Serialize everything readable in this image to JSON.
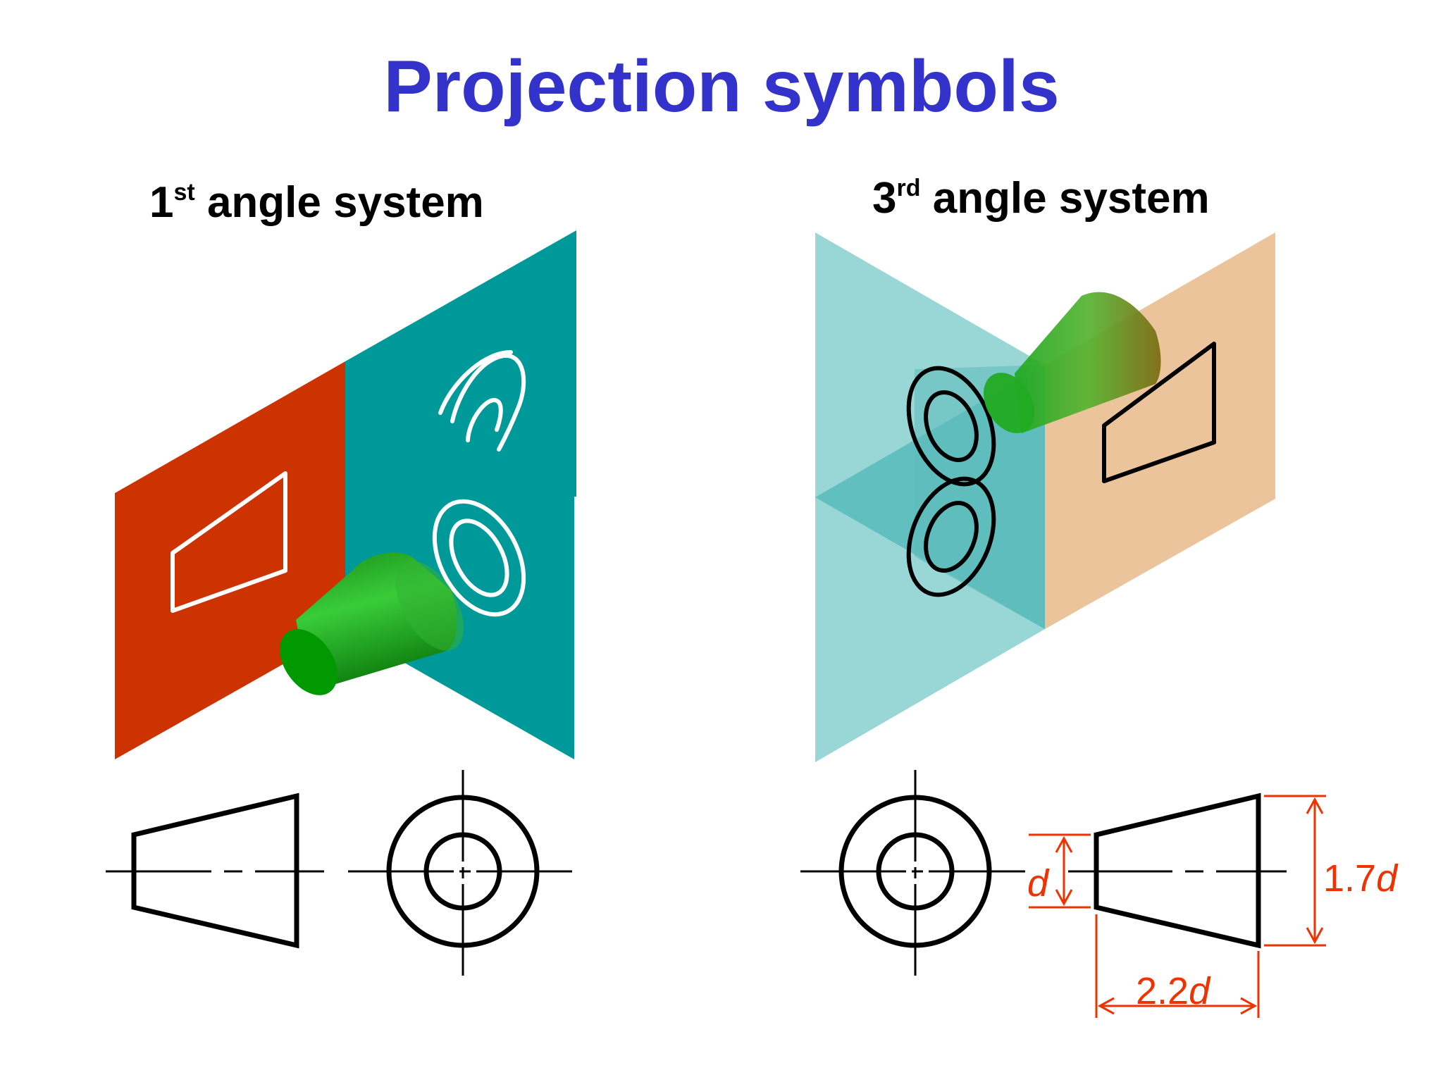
{
  "title": "Projection symbols",
  "first_angle": {
    "label_num": "1",
    "label_sup": "st",
    "label_rest": " angle system"
  },
  "third_angle": {
    "label_num": "3",
    "label_sup": "rd",
    "label_rest": " angle system",
    "dimensions": {
      "d": "d",
      "height_num": "1.7",
      "height_var": "d",
      "length_num": "2.2",
      "length_var": "d"
    }
  },
  "colors": {
    "title": "#3333cc",
    "dimension": "#ee3300",
    "red_plane": "#cc3300",
    "teal_plane": "#009999",
    "light_teal_plane": "#99d6d6",
    "peach_plane": "#ebc49c",
    "cone_green": "#33cc33"
  }
}
